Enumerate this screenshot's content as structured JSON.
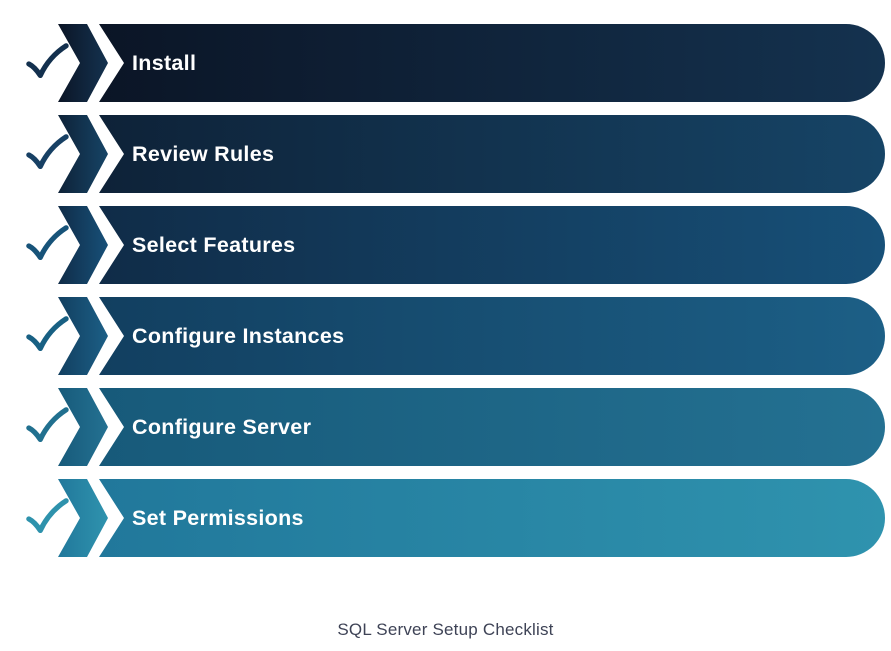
{
  "title": "SQL Server Setup Checklist",
  "steps": [
    {
      "label": "Install",
      "color_left": "#0b1526",
      "color_right": "#14324f",
      "check_color": "#13304e"
    },
    {
      "label": "Review Rules",
      "color_left": "#0e2238",
      "color_right": "#164466",
      "check_color": "#174064"
    },
    {
      "label": "Select Features",
      "color_left": "#102c48",
      "color_right": "#175078",
      "check_color": "#175379"
    },
    {
      "label": "Configure Instances",
      "color_left": "#123f60",
      "color_right": "#1c5f86",
      "check_color": "#186083"
    },
    {
      "label": "Configure Server",
      "color_left": "#175a7a",
      "color_right": "#247192",
      "check_color": "#21708f"
    },
    {
      "label": "Set Permissions",
      "color_left": "#21789b",
      "color_right": "#2f93ae",
      "check_color": "#2e92ac"
    }
  ],
  "icons": {
    "check": "checkmark",
    "chevron": "chevron-right"
  }
}
